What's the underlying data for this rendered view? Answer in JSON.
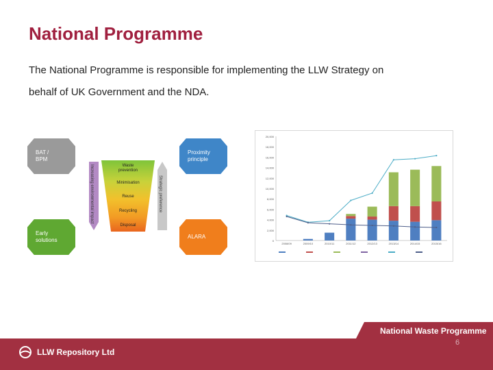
{
  "slide": {
    "title": "National Programme",
    "body_line1": "The National Programme is responsible for implementing the LLW Strategy on",
    "body_line2": "behalf of UK Government and the NDA."
  },
  "diagram": {
    "bat": [
      "BAT /",
      "BPM"
    ],
    "proximity": [
      "Proximity",
      "principle"
    ],
    "early": [
      "Early",
      "solutions"
    ],
    "alara": "ALARA",
    "hierarchy": [
      "Waste",
      "prevention",
      "Minimisation",
      "Reuse",
      "Recycling",
      "Disposal"
    ],
    "left_arrow": "Increasing environmental impact",
    "right_arrow": "Strategic preference",
    "colors": {
      "grey": "#9a9a9a",
      "green": "#5fa832",
      "blue": "#3f86c8",
      "orange": "#f07e1c"
    }
  },
  "chart_data": {
    "type": "bar",
    "categories": [
      "2008/09",
      "2009/10",
      "2010/11",
      "2011/12",
      "2012/13",
      "2013/14",
      "2014/15",
      "2015/16"
    ],
    "ylim": [
      0,
      20000
    ],
    "ytick_labels": [
      "0",
      "2,000",
      "4,000",
      "6,000",
      "8,000",
      "10,000",
      "12,000",
      "14,000",
      "16,000",
      "18,000",
      "20,000"
    ],
    "series": [
      {
        "values": [
          0,
          300,
          1500,
          4200,
          4000,
          3800,
          3600,
          3900
        ],
        "color": "#4f7fc1"
      },
      {
        "values": [
          0,
          0,
          0,
          500,
          600,
          2800,
          3000,
          3600
        ],
        "color": "#c0504d"
      },
      {
        "values": [
          0,
          0,
          0,
          400,
          1900,
          6500,
          7000,
          6800
        ],
        "color": "#9bbb59"
      },
      {
        "values": [
          0,
          0,
          0,
          0,
          0,
          0,
          0,
          0
        ],
        "color": "#8064a2"
      }
    ],
    "lines": [
      {
        "values": [
          4800,
          3500,
          3800,
          7700,
          9100,
          15500,
          15700,
          16300
        ],
        "color": "#4bacc6"
      },
      {
        "values": [
          4600,
          3400,
          3200,
          3000,
          2900,
          2800,
          2600,
          2500
        ],
        "color": "#4f5f8a"
      }
    ]
  },
  "footer": {
    "programme": "National Waste Programme",
    "page": "6",
    "org": "LLW Repository Ltd"
  }
}
